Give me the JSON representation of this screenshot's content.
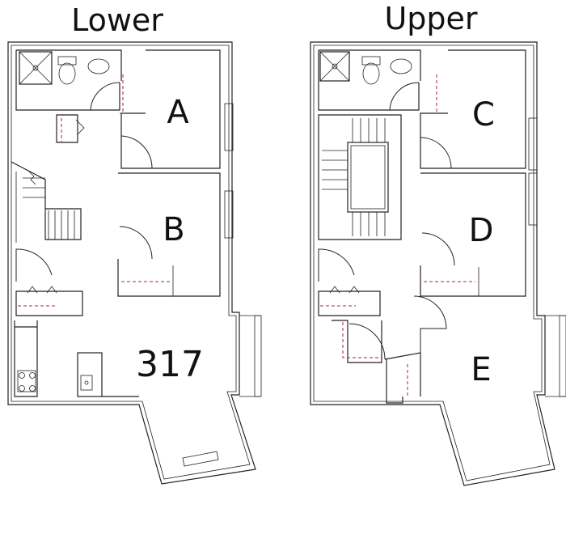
{
  "floors": {
    "lower": {
      "title": "Lower"
    },
    "upper": {
      "title": "Upper"
    }
  },
  "rooms": {
    "a": "A",
    "b": "B",
    "unit": "317",
    "c": "C",
    "d": "D",
    "e": "E"
  }
}
